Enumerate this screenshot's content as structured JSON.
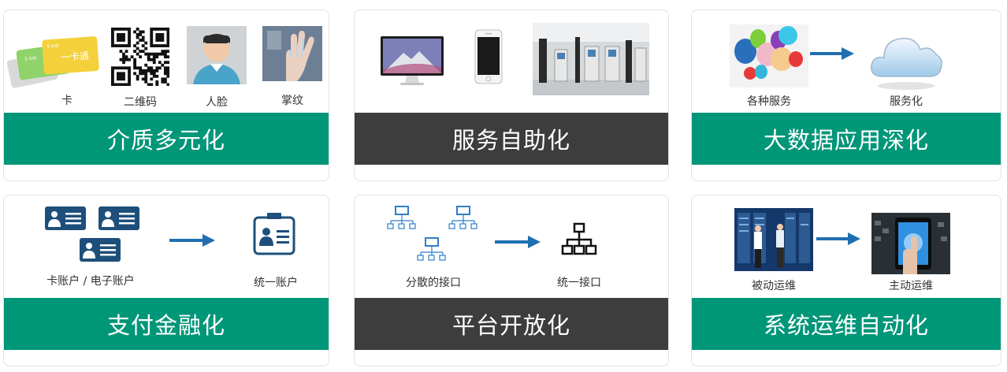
{
  "colors": {
    "green": "#009678",
    "dark": "#3d3d3d",
    "arrow": "#1f6fb0",
    "navy": "#1e4f7a"
  },
  "cards": {
    "media": {
      "title": "介质多元化",
      "items": [
        {
          "label": "卡",
          "icon": "id-cards-icon",
          "card_text": "一卡通"
        },
        {
          "label": "二维码",
          "icon": "qr-code-icon"
        },
        {
          "label": "人脸",
          "icon": "face-photo-icon"
        },
        {
          "label": "掌纹",
          "icon": "palm-scan-icon"
        }
      ]
    },
    "self_service": {
      "title": "服务自助化",
      "items": [
        {
          "icon": "monitor-icon"
        },
        {
          "icon": "phone-icon"
        },
        {
          "icon": "kiosk-room-icon"
        }
      ]
    },
    "bigdata": {
      "title": "大数据应用深化",
      "from_label": "各种服务",
      "to_label": "服务化",
      "from_icon": "balloons-icon",
      "to_icon": "cloud-icon"
    },
    "payment": {
      "title": "支付金融化",
      "from_label": "卡账户 / 电子账户",
      "to_label": "统一账户",
      "from_icon": "account-cards-icon",
      "to_icon": "unified-account-icon"
    },
    "platform": {
      "title": "平台开放化",
      "from_label": "分散的接口",
      "to_label": "统一接口",
      "from_icon": "network-nodes-icon",
      "to_icon": "hierarchy-icon"
    },
    "ops": {
      "title": "系统运维自动化",
      "from_label": "被动运维",
      "to_label": "主动运维",
      "from_icon": "server-room-icon",
      "to_icon": "tablet-touch-icon"
    }
  }
}
